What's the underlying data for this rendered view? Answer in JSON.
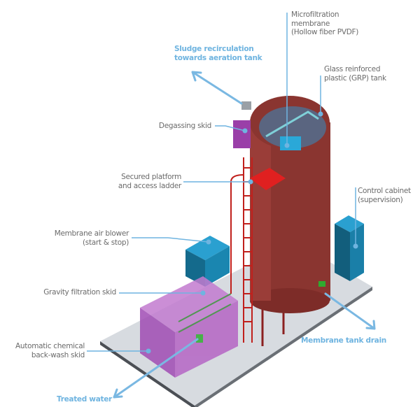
{
  "labels": {
    "microfiltration": [
      "Microfiltration",
      "membrane",
      "(Hollow fiber PVDF)"
    ],
    "sludge": [
      "Sludge recirculation",
      "towards aeration tank"
    ],
    "grp_tank": [
      "Glass reinforced",
      "plastic (GRP) tank"
    ],
    "degassing": "Degassing skid",
    "platform": [
      "Secured platform",
      "and access ladder"
    ],
    "control_cabinet": [
      "Control cabinet",
      "(supervision)"
    ],
    "air_blower": [
      "Membrane air blower",
      "(start & stop)"
    ],
    "gravity_filtration": "Gravity filtration skid",
    "chemical_backwash": [
      "Automatic chemical",
      "back-wash skid"
    ],
    "treated_water": "Treated water",
    "tank_drain": "Membrane tank drain"
  },
  "colors": {
    "leader": "#6fb4e0",
    "tank": "#8b2e2a",
    "skid": "#9a3fa8",
    "cabinet": "#1a7fa8",
    "base": "#d8dce0"
  }
}
